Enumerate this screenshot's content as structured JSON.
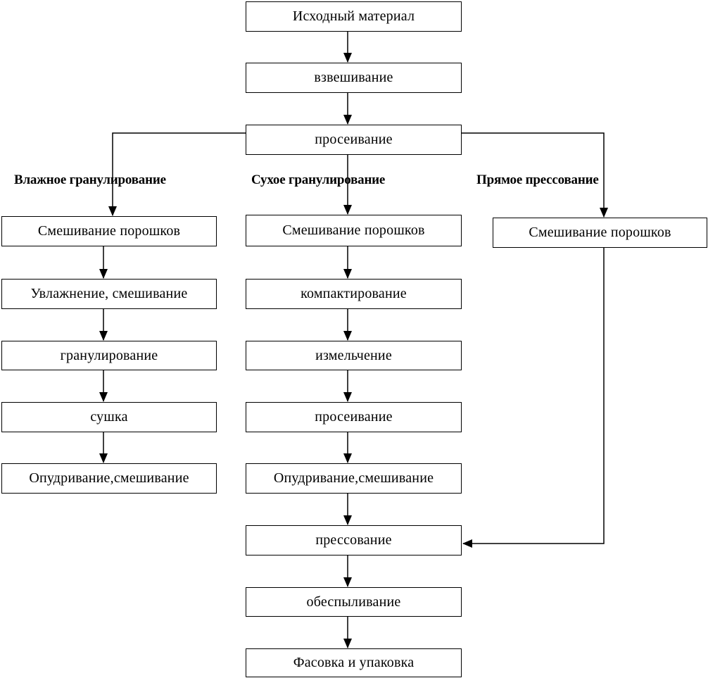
{
  "diagram": {
    "top": {
      "source_material": "Исходный материал",
      "weighing": "взвешивание",
      "sieving": "просеивание"
    },
    "branches": {
      "wet": {
        "title": "Влажное гранулирование",
        "steps": [
          "Смешивание порошков",
          "Увлажнение, смешивание",
          "гранулирование",
          "сушка",
          "Опудривание,смешивание"
        ]
      },
      "dry": {
        "title": "Сухое гранулирование",
        "steps": [
          "Смешивание порошков",
          "компактирование",
          "измельчение",
          "просеивание",
          "Опудривание,смешивание"
        ]
      },
      "direct": {
        "title": "Прямое прессование",
        "steps": [
          "Смешивание порошков"
        ]
      }
    },
    "bottom": {
      "pressing": "прессование",
      "dedusting": "обеспыливание",
      "packaging": "Фасовка и упаковка"
    }
  }
}
